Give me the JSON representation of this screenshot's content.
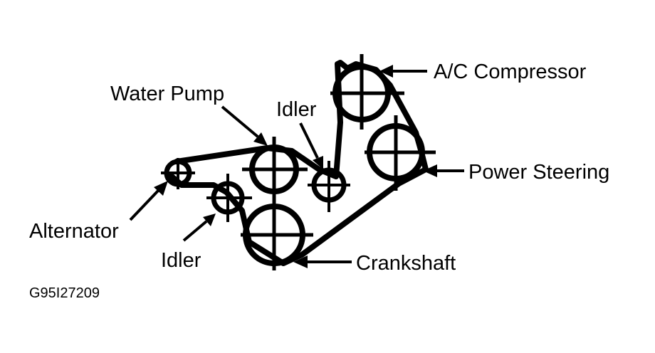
{
  "colors": {
    "ink": "#000000",
    "paper": "#ffffff"
  },
  "labels": {
    "ac_compressor": "A/C Compressor",
    "water_pump": "Water Pump",
    "idler_upper": "Idler",
    "power_steering": "Power Steering",
    "alternator": "Alternator",
    "idler_lower": "Idler",
    "crankshaft": "Crankshaft"
  },
  "figure_code": "G95I27209"
}
